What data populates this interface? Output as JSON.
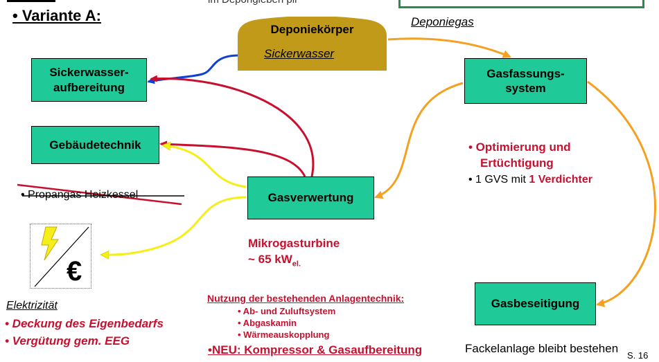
{
  "top": {
    "cut_text": "im Depongieben pli",
    "variant": "• Variante A:"
  },
  "nodes": {
    "deponiekoerper": "Deponiekörper",
    "sickerwasser_label": "Sickerwasser",
    "deponiegas_label": "Deponiegas",
    "sickerwasser_aufbereitung_l1": "Sickerwasser-",
    "sickerwasser_aufbereitung_l2": "aufbereitung",
    "gasfassung_l1": "Gasfassungs-",
    "gasfassung_l2": "system",
    "gebaeudetechnik": "Gebäudetechnik",
    "gasverwertung": "Gasverwertung",
    "gasbeseitigung": "Gasbeseitigung"
  },
  "notes": {
    "propangas": "• Propangas Heizkessel",
    "optimierung_l1": "• Optimierung und",
    "optimierung_l2": "Ertüchtigung",
    "gvs_prefix": "• 1 GVS mit ",
    "gvs_red": "1 Verdichter",
    "turbine_l1": "Mikrogasturbine",
    "turbine_l2": "~ 65 kW",
    "turbine_sub": "el.",
    "nutzung_title": "Nutzung der bestehenden Anlagentechnik:",
    "nutzung_items": [
      "• Ab- und Zuluftsystem",
      "• Abgaskamin",
      "• Wärmeauskopplung"
    ],
    "neu": "•NEU: Kompressor & Gasaufbereitung",
    "fackel": "Fackelanlage bleibt bestehen",
    "page": "S. 16",
    "euro_symbol": "€"
  },
  "elektrizitaet": {
    "title": "Elektrizität",
    "items": [
      "• Deckung des Eigenbedarfs",
      "• Vergütung gem. EEG"
    ]
  },
  "colors": {
    "box": "#1fc998",
    "mound": "#c29a1a",
    "red": "#c8102e",
    "orange": "#f5a020",
    "yellow": "#f4ee1a",
    "blue": "#1040d0"
  }
}
